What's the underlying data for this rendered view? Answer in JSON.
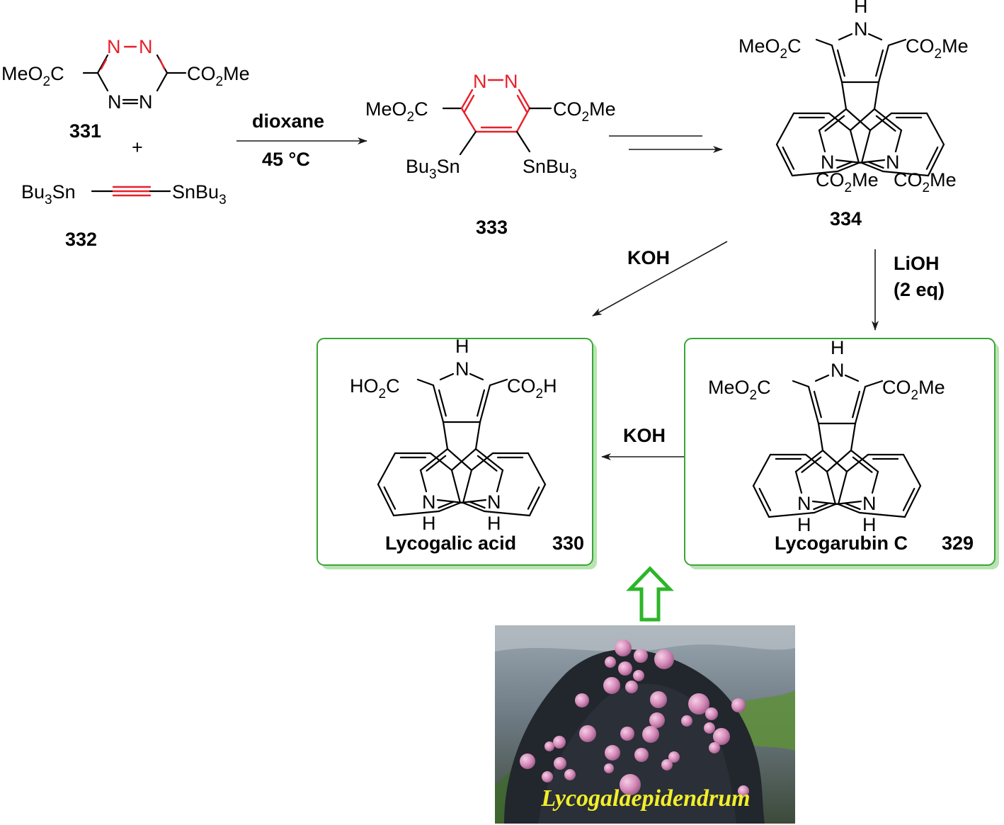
{
  "reagents": {
    "step1_top": "dioxane",
    "step1_bottom": "45 °C",
    "koh_top": "KOH",
    "lioh_line1": "LiOH",
    "lioh_line2": "(2 eq)",
    "koh_bottom": "KOH"
  },
  "compounds": {
    "c331": {
      "id": "331",
      "left_group": "MeO",
      "right_group": "CO",
      "right_tail": "Me",
      "n_top_left": "N",
      "n_top_right": "N",
      "n_bot_left": "N",
      "n_bot_right": "N"
    },
    "plus": "+",
    "c332": {
      "id": "332",
      "left": "Bu",
      "left_tail": "Sn",
      "right": "SnBu"
    },
    "c333": {
      "id": "333",
      "left_group": "MeO",
      "right_group": "CO",
      "right_tail": "Me",
      "n_left": "N",
      "n_right": "N",
      "sn_left": "Bu",
      "sn_left_tail": "Sn",
      "sn_right": "SnBu"
    },
    "c334": {
      "id": "334",
      "nh": "H",
      "n": "N",
      "left_group": "MeO",
      "right_group": "CO",
      "right_tail": "Me",
      "ind_n_left": "N",
      "ind_n_right": "N",
      "prot_left": "CO",
      "prot_left_tail": "Me",
      "prot_right": "CO",
      "prot_right_tail": "Me"
    },
    "c330": {
      "name": "Lycogalic acid",
      "id": "330",
      "nh": "H",
      "n": "N",
      "left_group": "HO",
      "right_group": "CO",
      "right_tail": "H",
      "ind_n": "N",
      "ind_h": "H"
    },
    "c329": {
      "name": "Lycogarubin C",
      "id": "329",
      "nh": "H",
      "n": "N",
      "left_group": "MeO",
      "right_group": "CO",
      "right_tail": "Me",
      "ind_n": "N",
      "ind_h": "H"
    }
  },
  "subscripts": {
    "two": "2",
    "three": "3"
  },
  "photo": {
    "caption": "Lycogalaepidendrum"
  },
  "colors": {
    "heteroatom_red": "#e8202a",
    "box_green": "#3aa635",
    "arrow_green": "#2db52a",
    "caption_yellow": "#f2ee2a"
  }
}
